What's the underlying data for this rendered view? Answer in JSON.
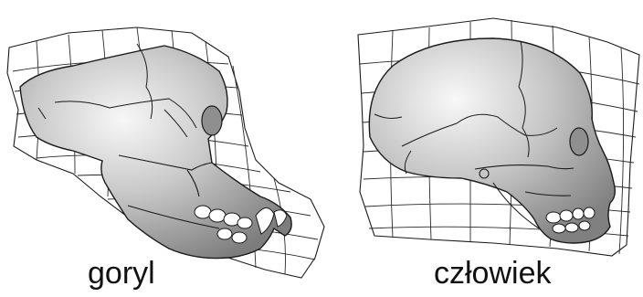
{
  "figures": [
    {
      "key": "gorilla",
      "caption": "goryl"
    },
    {
      "key": "human",
      "caption": "człowiek"
    }
  ],
  "colors": {
    "ink": "#1a1a1a",
    "bone_light": "#f2f2f2",
    "bone_mid": "#b9b9b9",
    "bone_dark": "#8a8a8a",
    "grid": "#2a2a2a",
    "teeth": "#ffffff"
  }
}
